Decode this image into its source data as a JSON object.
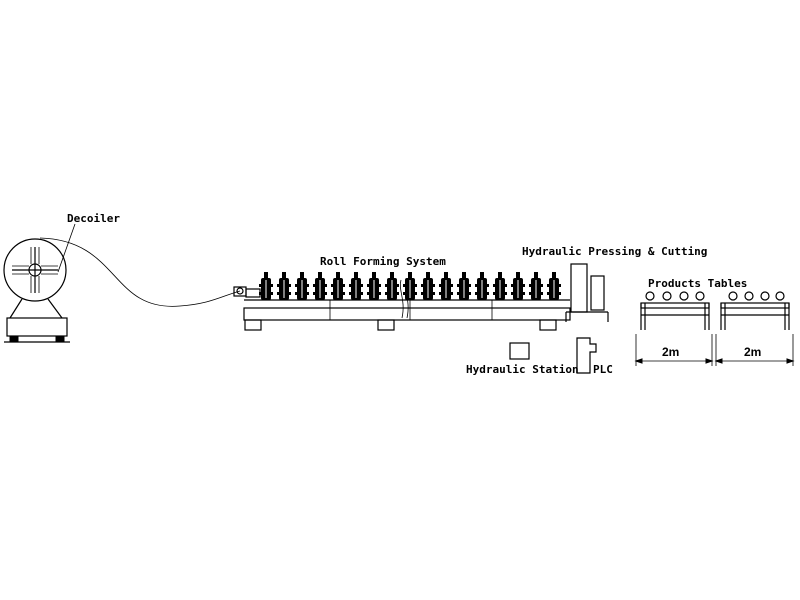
{
  "labels": {
    "decoiler": "Decoiler",
    "roll_forming": "Roll Forming System",
    "hydraulic_cutting": "Hydraulic Pressing & Cutting",
    "products_tables": "Products Tables",
    "hydraulic_station": "Hydraulic Station",
    "plc": "PLC"
  },
  "tables": [
    {
      "length": "2m"
    },
    {
      "length": "2m"
    }
  ],
  "roller_stations": 17,
  "colors": {
    "line": "#000000",
    "background": "#ffffff"
  }
}
